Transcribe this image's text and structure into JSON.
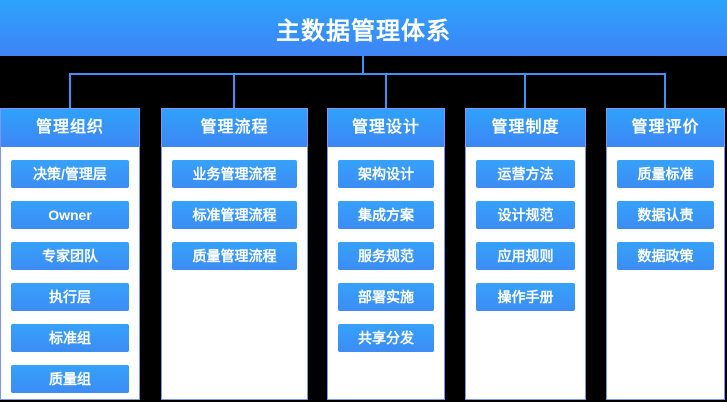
{
  "title": "主数据管理体系",
  "colors": {
    "background": "#000000",
    "banner_gradient_top": "#2ba4fc",
    "banner_gradient_bottom": "#3f83f6",
    "node_gradient_top": "#36a2fa",
    "node_gradient_bottom": "#3c8cf4",
    "connector_line": "#3f93f4",
    "panel_background": "#ffffff",
    "panel_border": "#8095ee",
    "text": "#ffffff"
  },
  "columns": [
    {
      "title": "管理组织",
      "items": [
        "决策/管理层",
        "Owner",
        "专家团队",
        "执行层",
        "标准组",
        "质量组"
      ]
    },
    {
      "title": "管理流程",
      "items": [
        "业务管理流程",
        "标准管理流程",
        "质量管理流程"
      ]
    },
    {
      "title": "管理设计",
      "items": [
        "架构设计",
        "集成方案",
        "服务规范",
        "部署实施",
        "共享分发"
      ]
    },
    {
      "title": "管理制度",
      "items": [
        "运营方法",
        "设计规范",
        "应用规则",
        "操作手册"
      ]
    },
    {
      "title": "管理评价",
      "items": [
        "质量标准",
        "数据认责",
        "数据政策"
      ]
    }
  ]
}
